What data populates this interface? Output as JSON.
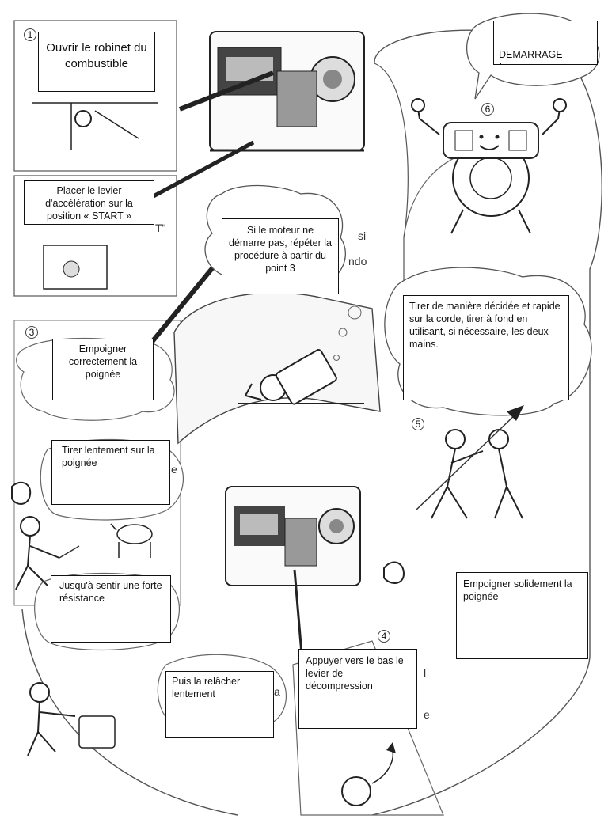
{
  "title": {
    "text": "DEMARRAGE",
    "mark": "!"
  },
  "steps": {
    "s1": {
      "number": "1",
      "text": "Ouvrir le robinet du combustible"
    },
    "s2": {
      "text": "Placer le levier d'accélération  sur la position « START »"
    },
    "s3": {
      "number": "3",
      "grip": "Empoigner correctement la poignée",
      "pull_slow": "Tirer lentement sur la poignée",
      "resistance": "Jusqu'à sentir une forte résistance",
      "release": "Puis la relâcher lentement"
    },
    "s4": {
      "number": "4",
      "text": "Appuyer vers le bas le levier de décompression"
    },
    "s5": {
      "number": "5",
      "pull": "Tirer de manière décidée et rapide sur la corde, tirer à fond en utilisant, si nécessaire, les deux mains.",
      "grip": "Empoigner solidement la poignée"
    },
    "s6": {
      "number": "6"
    },
    "retry": "Si le moteur ne démarre pas, répéter la procédure à partir du point 3"
  },
  "fragments": {
    "f1": "si",
    "f2": "ndo",
    "f3": "e",
    "f4": "a",
    "f5": "l",
    "f6": "e",
    "f7": "T\""
  },
  "colors": {
    "ink": "#111111",
    "line": "#333333",
    "fill": "#f4f4f4"
  }
}
